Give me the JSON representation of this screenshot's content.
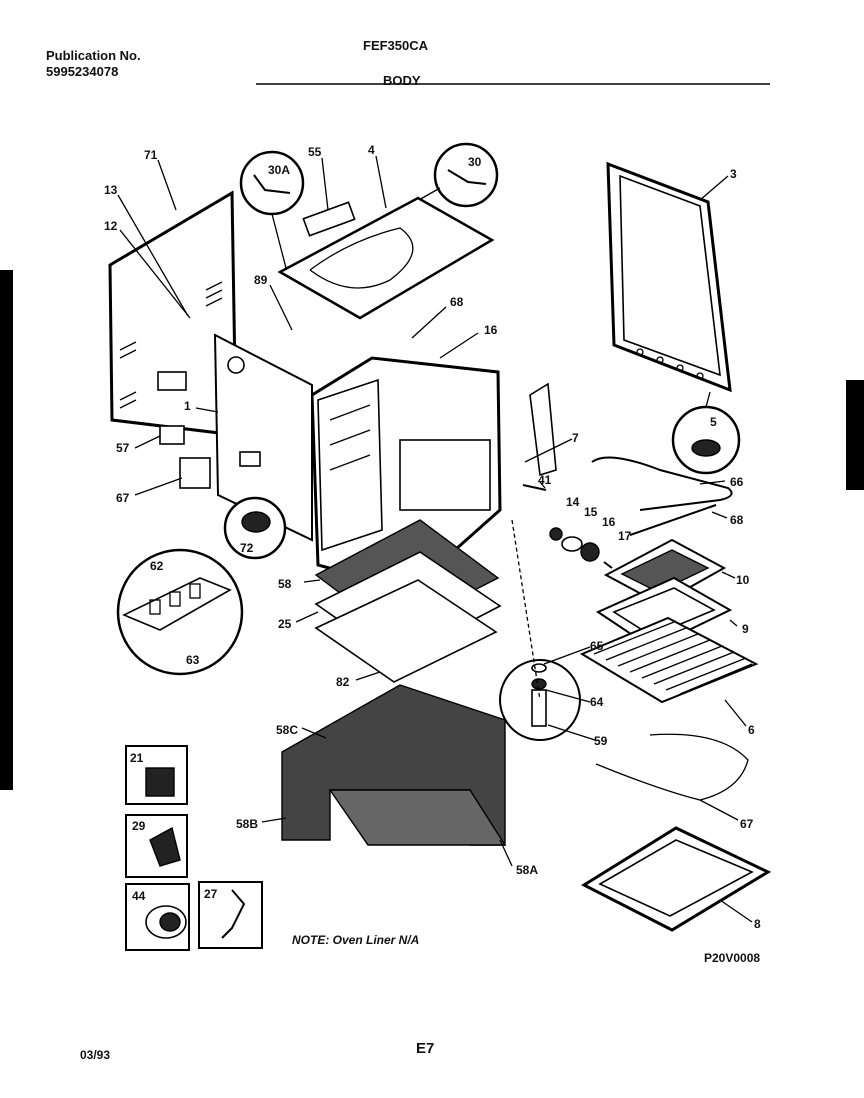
{
  "header": {
    "publication_label": "Publication No.",
    "publication_number": "5995234078",
    "model": "FEF350CA",
    "section": "BODY"
  },
  "callouts": [
    "71",
    "13",
    "12",
    "30A",
    "55",
    "4",
    "30",
    "3",
    "89",
    "68",
    "16",
    "1",
    "57",
    "67",
    "72",
    "5",
    "7",
    "66",
    "41",
    "14",
    "15",
    "16",
    "17",
    "68",
    "10",
    "58",
    "25",
    "9",
    "62",
    "63",
    "65",
    "64",
    "82",
    "6",
    "59",
    "58C",
    "21",
    "29",
    "67",
    "58B",
    "58A",
    "44",
    "27",
    "8"
  ],
  "note": "NOTE: Oven Liner N/A",
  "diagram_code": "P20V0008",
  "footer": {
    "date": "03/93",
    "page": "E7"
  }
}
